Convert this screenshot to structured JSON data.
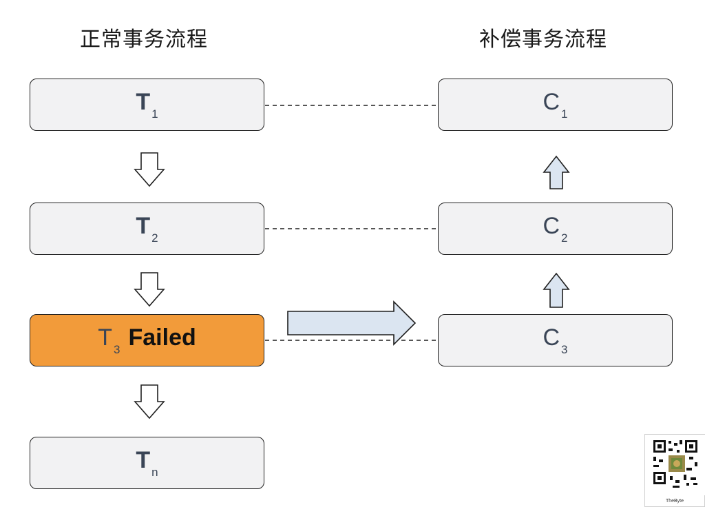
{
  "headings": {
    "normal_flow": "正常事务流程",
    "compensation_flow": "补偿事务流程"
  },
  "transactions": [
    {
      "main": "T",
      "sub": "1"
    },
    {
      "main": "T",
      "sub": "2"
    },
    {
      "main": "T",
      "sub": "3",
      "status": "Failed"
    },
    {
      "main": "T",
      "sub": "n"
    }
  ],
  "compensations": [
    {
      "main": "C",
      "sub": "1"
    },
    {
      "main": "C",
      "sub": "2"
    },
    {
      "main": "C",
      "sub": "3"
    }
  ],
  "colors": {
    "box_fill": "#f2f2f3",
    "failed_fill": "#f29b3a",
    "arrow_fill": "#dbe5f1",
    "border": "#1f1f1f"
  },
  "qr": {
    "caption": "TheByte"
  }
}
